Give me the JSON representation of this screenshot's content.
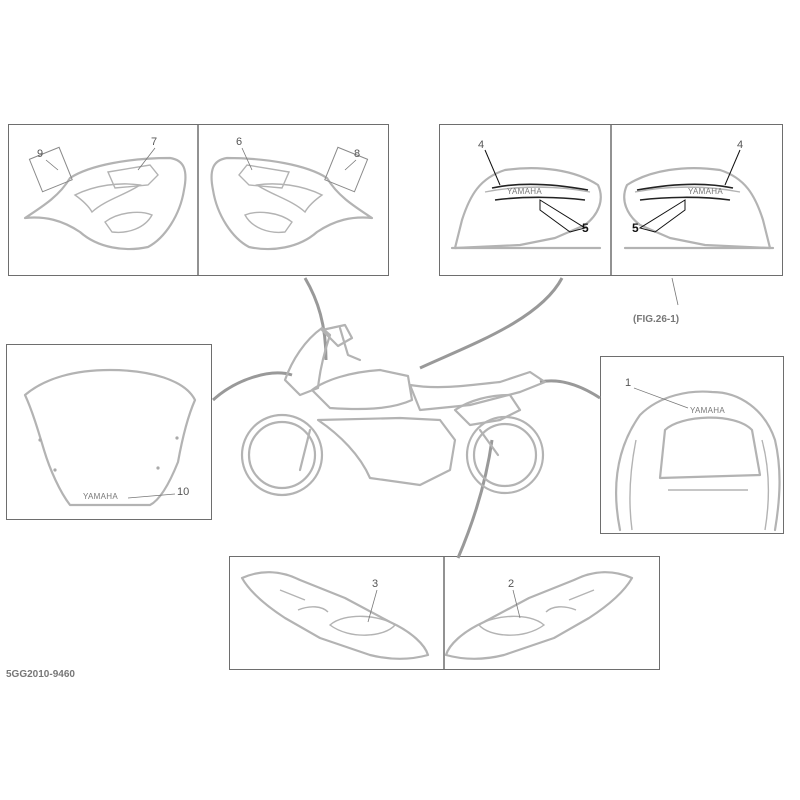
{
  "callouts": {
    "p1": "1",
    "p2": "2",
    "p3": "3",
    "p4_left": "4",
    "p4_right": "4",
    "p5_left": "5",
    "p5_right": "5",
    "p6": "6",
    "p7": "7",
    "p8": "8",
    "p9": "9",
    "p10": "10"
  },
  "decal_text": {
    "tank_left": "YAMAHA",
    "tank_right": "YAMAHA",
    "seat": "YAMAHA",
    "windshield": "YAMAHA"
  },
  "figure_ref": "(FIG.26-1)",
  "diagram_code": "5GG2010-9460"
}
